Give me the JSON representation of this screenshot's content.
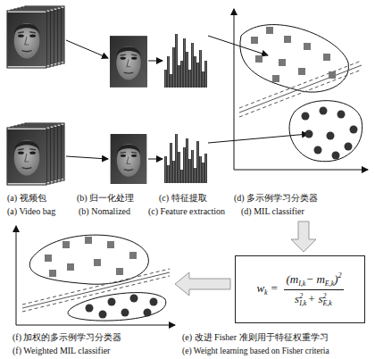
{
  "diagram": {
    "nodes": [
      {
        "text": [
          "w",
          "k",
          "=",
          "(m",
          "I,k",
          "− m",
          "E,k",
          ")",
          "2",
          "s",
          "2",
          "I,k",
          "+ s",
          "2",
          "E,k"
        ]
      }
    ],
    "labels": [
      "(a) 视频包",
      "(b) 归一化处理",
      "(c) 特征提取",
      "(d) 多示例学习分类器",
      "(a) Video bag",
      "(b) Nomalized",
      "(c) Feature extraction",
      "(d) MIL classifier",
      "(f) 加权的多示例学习分类器",
      "(e) 改进 Fisher 准则用于特征权重学习",
      "(f) Weighted MIL classifier",
      "(e) Weight learning based on Fisher criteria"
    ]
  }
}
